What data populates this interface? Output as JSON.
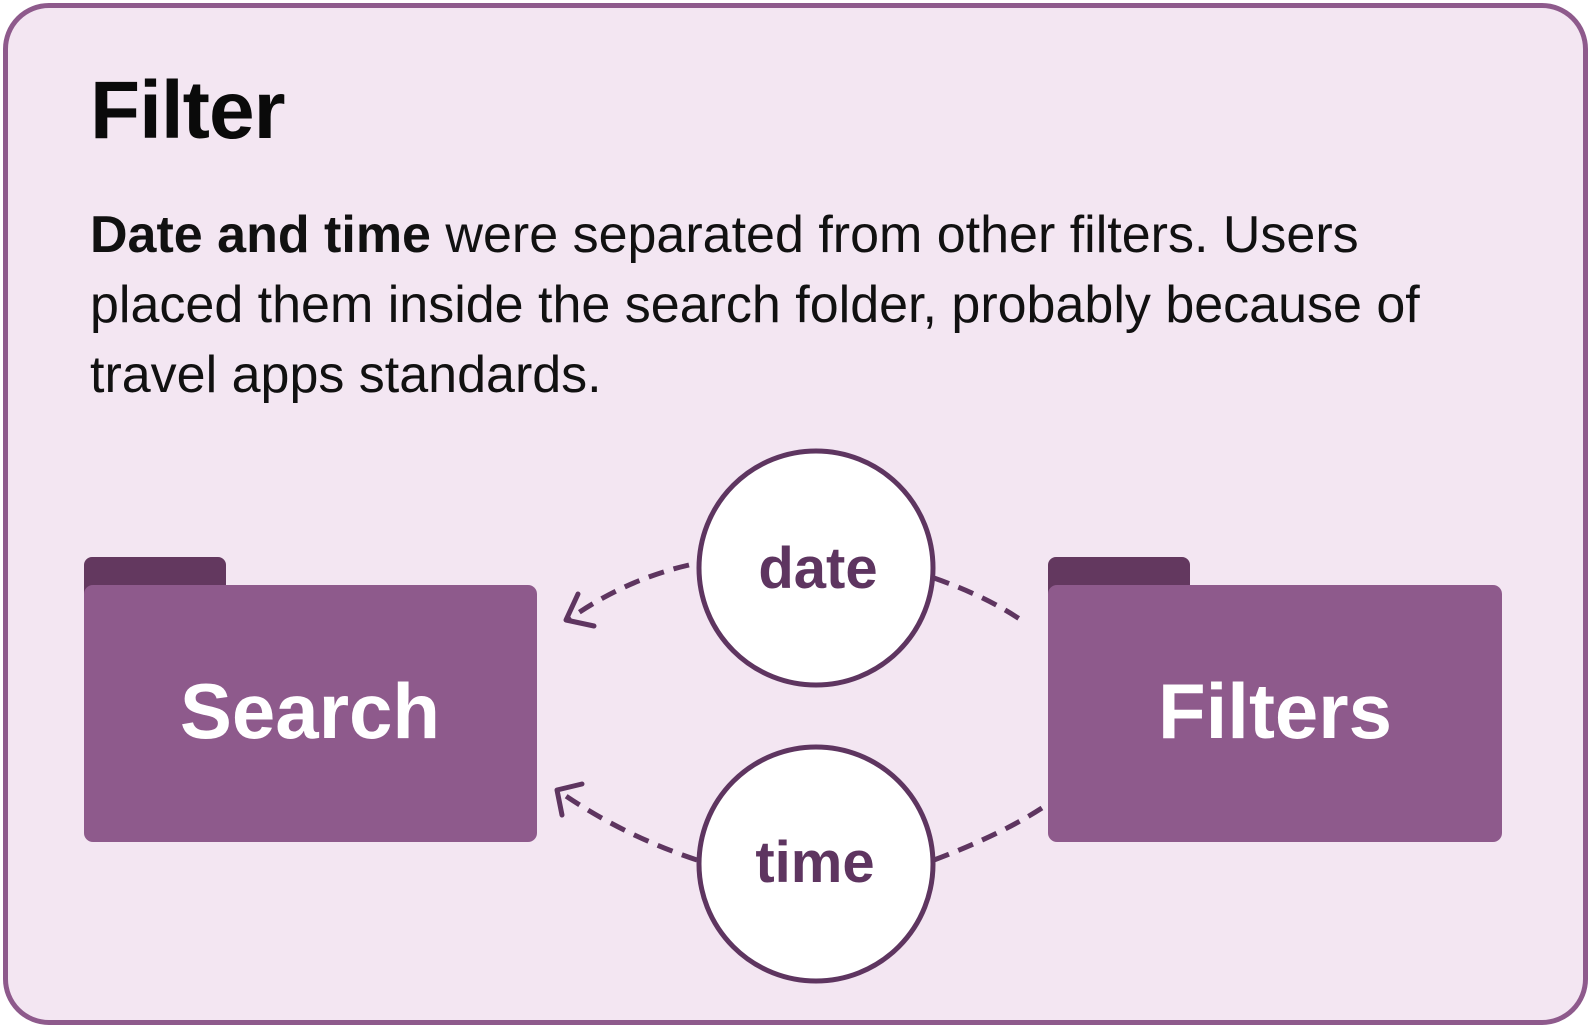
{
  "card": {
    "title": "Filter",
    "description": {
      "strong": "Date and time",
      "rest": " were separated from other filters. Users placed them inside the search folder, probably because of travel apps standards."
    }
  },
  "diagram": {
    "folders": [
      {
        "id": "search",
        "label": "Search"
      },
      {
        "id": "filters",
        "label": "Filters"
      }
    ],
    "bubbles": [
      {
        "id": "date",
        "label": "date"
      },
      {
        "id": "time",
        "label": "time"
      }
    ],
    "edges": [
      {
        "from": "filters",
        "via": "date",
        "to": "search",
        "style": "dashed-arrow"
      },
      {
        "from": "filters",
        "via": "time",
        "to": "search",
        "style": "dashed-arrow"
      }
    ]
  },
  "colors": {
    "background": "#f3e6f2",
    "border": "#8e5a8c",
    "folder": "#8e5a8c",
    "folder_tab": "#63385f",
    "line": "#5e3560",
    "bubble_fill": "#ffffff"
  }
}
